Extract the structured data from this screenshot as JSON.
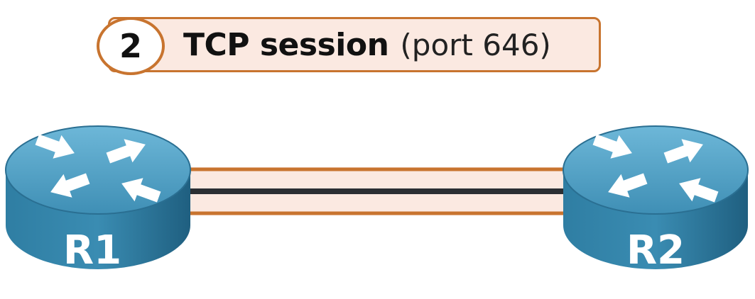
{
  "step": {
    "number": "2",
    "title_bold": "TCP session",
    "title_detail": "(port 646)"
  },
  "routers": [
    {
      "label": "R1"
    },
    {
      "label": "R2"
    }
  ],
  "colors": {
    "accent": "#c8742f",
    "banner_fill": "#fbe9e1",
    "session_fill": "#fbe9e1",
    "link": "#2b2f33",
    "router_top": "#4ea2c7",
    "router_side": "#2a6f92",
    "arrow": "#ffffff"
  }
}
